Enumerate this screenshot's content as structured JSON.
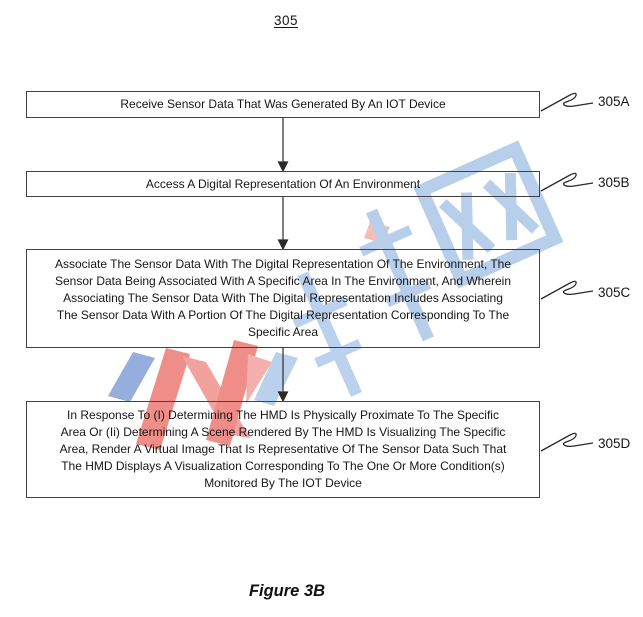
{
  "figure": {
    "page_ref": "305",
    "caption": "Figure 3B"
  },
  "flowchart": {
    "steps": [
      {
        "ref": "305A",
        "text": "Receive Sensor Data That Was Generated By An IOT Device"
      },
      {
        "ref": "305B",
        "text": "Access A Digital Representation Of An Environment"
      },
      {
        "ref": "305C",
        "text": "Associate The Sensor Data With The Digital Representation Of The Environment, The Sensor Data Being Associated With A Specific Area In The Environment, And Wherein Associating The Sensor Data With The Digital Representation Includes Associating The Sensor Data With A Portion Of The Digital Representation Corresponding To The Specific Area"
      },
      {
        "ref": "305D",
        "text": "In Response To (I) Determining The HMD Is Physically Proximate To The Specific Area Or (Ii) Determining A Scene Rendered By The HMD Is Visualizing The Specific Area, Render A Virtual Image That Is Representative Of The Sensor Data Such That The HMD Displays A Visualization Corresponding To The One Or More Condition(s) Monitored By The IOT Device"
      }
    ]
  },
  "watermark": {
    "visible_glyph": "网",
    "description": "diagonal pastel watermark: red-and-blue angular logo with large light-blue chinese characters",
    "colors": {
      "cjk_blue": "#b7cfeb",
      "logo_blue": "#96aede",
      "logo_red": "#ef8d89",
      "logo_red_light": "#f4b0ac"
    }
  },
  "colors": {
    "ink": "#161616",
    "box_border": "#424242",
    "background": "#ffffff"
  }
}
